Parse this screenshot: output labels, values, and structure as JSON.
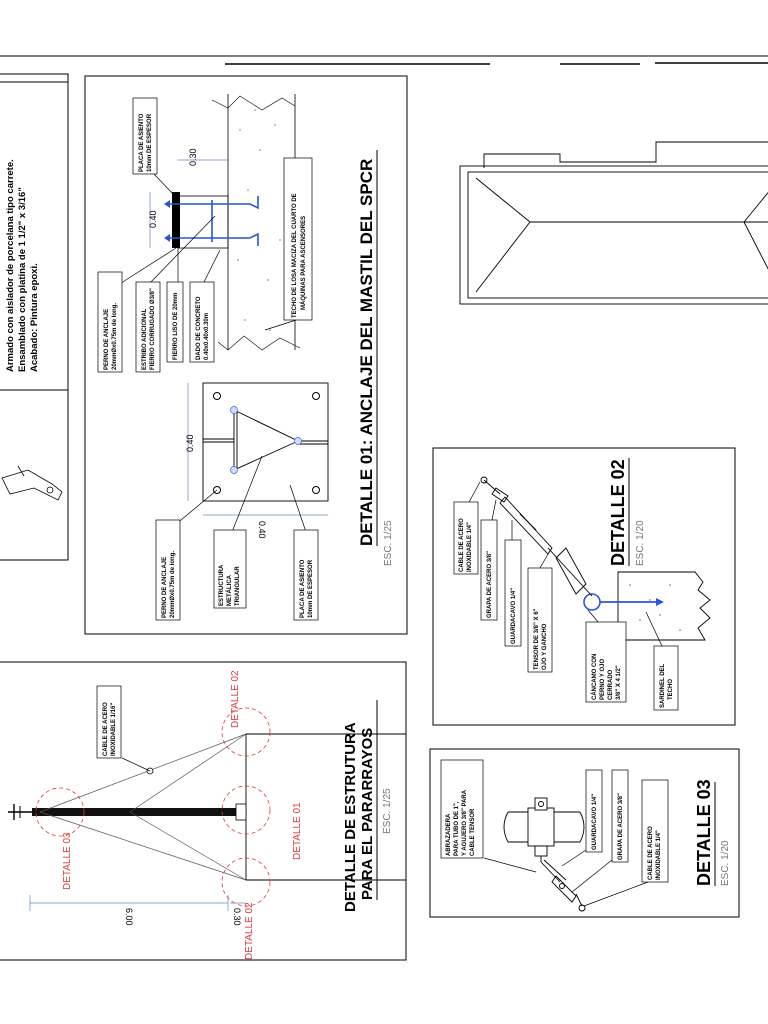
{
  "colors": {
    "line": "#000000",
    "red": "#e23a3a",
    "blue": "#2a55d6",
    "gray": "#777777"
  },
  "notes_panel": {
    "line1": "Armado con aislador de porcelana tipo carrete.",
    "line2": "Ensamblado con platina de 1 1/2\" x 3/16\"",
    "line3": "Acabado: Pintura epoxi."
  },
  "detalle01": {
    "title": "DETALLE 01: ANCLAJE DEL MASTIL DEL SPCR",
    "scale": "ESC. 1/25",
    "dims": {
      "top": "0.30",
      "side": "0.40",
      "plate_v": "0.40",
      "plate_h": "0.40"
    },
    "labels": {
      "placa_top": [
        "PLACA DE ASIENTO",
        "10mm DE ESPESOR"
      ],
      "techo": [
        "TECHO DE LOSA MACIZA DEL CUARTO DE",
        "MÁQUINAS PARA ASCENSORES"
      ],
      "dado": [
        "DADO DE CONCRETO",
        "0.40x0.40x0.30m"
      ],
      "fierro": [
        "FIERRO LISO DE 20mm"
      ],
      "estribo": [
        "ESTRIBO ADICIONAL",
        "FIERRO CORRUGADO Ø3/8\""
      ],
      "perno1": [
        "PERNO DE ANCLAJE",
        "20mmØx0.75m de long."
      ],
      "perno2": [
        "PERNO DE ANCLAJE",
        "20mmØx0.75m de long."
      ],
      "estructura": [
        "ESTRUCTURA",
        "METÁLICA",
        "TRIANGULAR"
      ],
      "placa_bottom": [
        "PLACA DE ASIENTO",
        "10mm DE ESPESOR"
      ]
    }
  },
  "detalle02": {
    "title": "DETALLE 02",
    "scale": "ESC. 1/20",
    "labels": {
      "cable": [
        "CABLE DE ACERO",
        "INOXIDABLE 1/4\""
      ],
      "grapa": [
        "GRAPA DE ACERO 3/8\""
      ],
      "guardacavo": [
        "GUARDACAVO 1/4\""
      ],
      "tensor": [
        "TENSOR DE 3/8\" X 6\"",
        "OJO Y GANCHO"
      ],
      "cancamo": [
        "CÁNCAMO CON",
        "PERNO Y OJO",
        "CERRADO",
        "3/8\" X 4 1/2\""
      ],
      "sardinel": [
        "SARDINEL DEL",
        "TECHO"
      ]
    }
  },
  "detalle03": {
    "title": "DETALLE 03",
    "scale": "ESC. 1/20",
    "labels": {
      "abrazadera": [
        "ABRAZADERA",
        "PARA TUBO DE 1\",",
        "Y AGUJERO 3/8\" PARA",
        "CABLE TENSOR"
      ],
      "guardacavo": [
        "GUARDACAVO 1/4\""
      ],
      "grapa": [
        "GRAPA DE ACERO 3/8\""
      ],
      "cable": [
        "CABLE DE ACERO",
        "INOXIDABLE 1/4\""
      ]
    }
  },
  "estructura": {
    "title1": "DETALLE DE ESTRUTURA",
    "title2": "PARA EL PARARRAYOS",
    "scale": "ESC. 1/25",
    "cable": [
      "CABLE DE ACERO",
      "INOXIDABLE 1/16\""
    ],
    "dims": {
      "main": "6.00",
      "small": "0.30"
    },
    "detail_tags": {
      "d02_top": "DETALLE 02",
      "d01": "DETALLE 01",
      "d03": "DETALLE 03",
      "d02_bottom": "DETALLE 02"
    }
  }
}
